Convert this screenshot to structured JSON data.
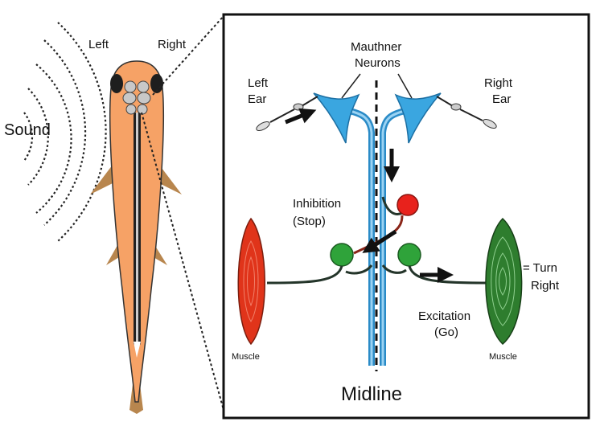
{
  "labels": {
    "sound": "Sound",
    "left": "Left",
    "right": "Right",
    "mauthner_line1": "Mauthner",
    "mauthner_line2": "Neurons",
    "left_ear_line1": "Left",
    "left_ear_line2": "Ear",
    "right_ear_line1": "Right",
    "right_ear_line2": "Ear",
    "inhibition_line1": "Inhibition",
    "inhibition_line2": "(Stop)",
    "excitation_line1": "Excitation",
    "excitation_line2": "(Go)",
    "turn_line1": "= Turn",
    "turn_line2": "Right",
    "muscle_left": "Muscle",
    "muscle_right": "Muscle",
    "midline": "Midline"
  },
  "colors": {
    "fish_body": "#f6a266",
    "fin": "#b8864e",
    "eye": "#1e1e1e",
    "brain": "#c8c8c8",
    "neuron": "#3aa6e0",
    "inhibitory_neuron": "#e8221c",
    "motor_neuron": "#2fa33a",
    "muscle_left": "#e0341a",
    "muscle_right": "#2e7d2e",
    "axon_dark": "#24352a"
  }
}
